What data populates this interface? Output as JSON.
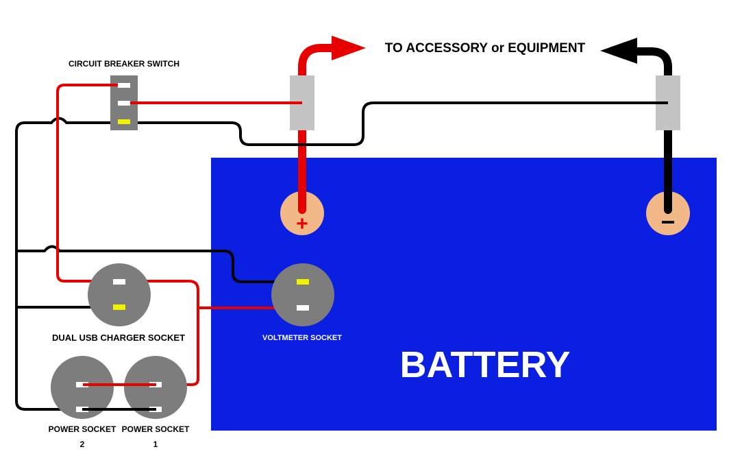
{
  "labels": {
    "heading": "TO ACCESSORY or EQUIPMENT",
    "circuit_breaker": "CIRCUIT BREAKER SWITCH",
    "usb": "DUAL USB CHARGER SOCKET",
    "voltmeter": "VOLTMETER SOCKET",
    "power2_line1": "POWER SOCKET",
    "power2_line2": "2",
    "power1_line1": "POWER SOCKET",
    "power1_line2": "1",
    "battery": "BATTERY",
    "plus": "+",
    "minus": "−"
  },
  "colors": {
    "battery": "#0a1fe0",
    "terminal": "#f2b888",
    "socket": "#7d7d7d",
    "connector": "#c4c4c4",
    "positive_wire": "#e60000",
    "negative_wire": "#000000",
    "contact_yellow": "#f2f200",
    "contact_white": "#ffffff"
  },
  "icons": [
    "circuit-breaker-switch-icon",
    "arrow-right-icon",
    "arrow-left-icon",
    "socket-icon"
  ]
}
